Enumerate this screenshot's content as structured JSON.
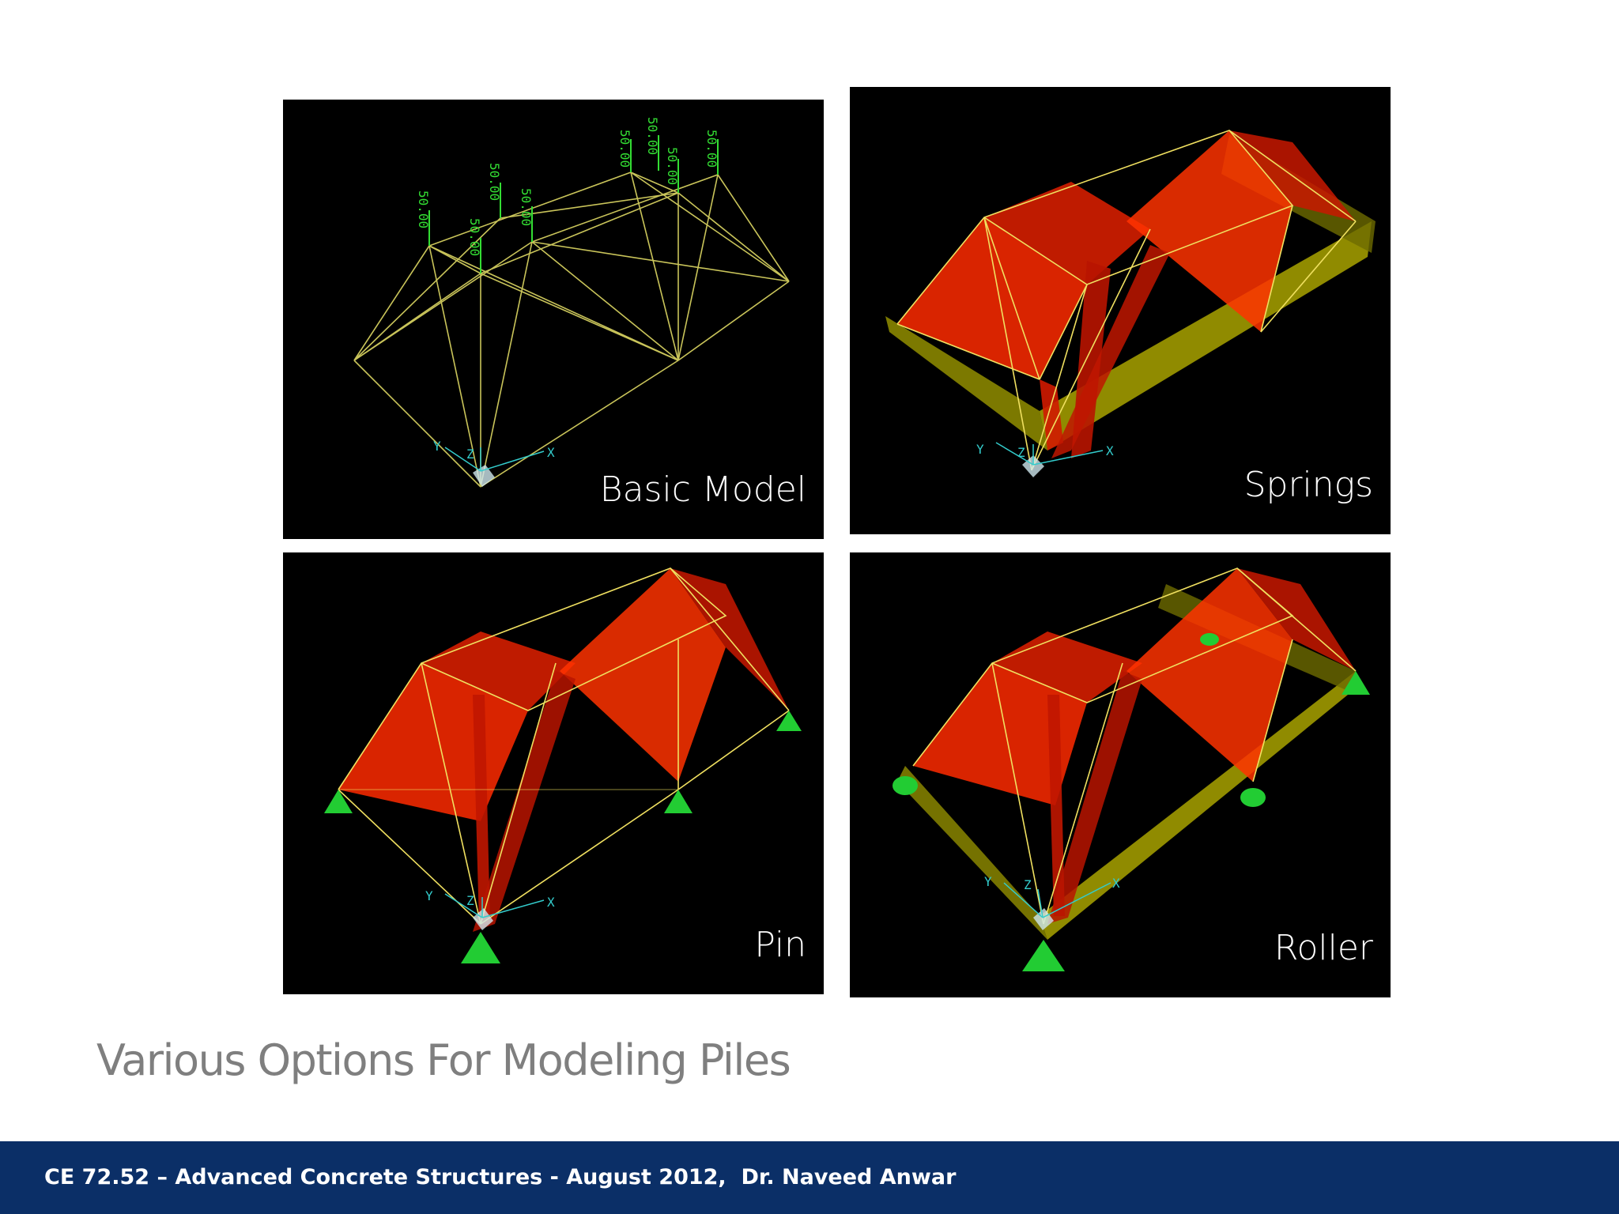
{
  "slide": {
    "title": "Various Options For Modeling Piles",
    "footer": "CE 72.52 – Advanced Concrete Structures - August 2012,  Dr. Naveed Anwar"
  },
  "panels": [
    {
      "label": "Basic Model",
      "load_labels": [
        "50.00",
        "50.00",
        "50.00",
        "50.00",
        "50.00",
        "50.00",
        "50.00",
        "50.00"
      ]
    },
    {
      "label": "Springs"
    },
    {
      "label": "Pin"
    },
    {
      "label": "Roller"
    }
  ],
  "axes": {
    "x": "X",
    "y": "Y",
    "z": "Z"
  },
  "colors": {
    "slide_bg": "#ffffff",
    "panel_bg": "#000000",
    "member": "#f0e060",
    "force_diagram": "#ff2a00",
    "spring": "#b8b200",
    "support": "#22cc33",
    "load_text": "#33dd33",
    "axis": "#33cccc",
    "title": "#7f7f7f",
    "footer_bg": "#0b2f67",
    "footer_text": "#ffffff"
  }
}
